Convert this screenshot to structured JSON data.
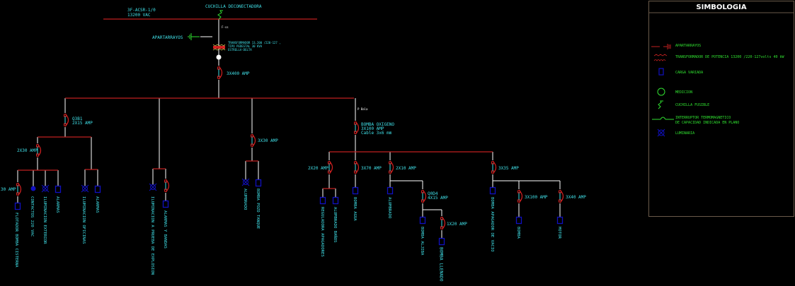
{
  "feeder": {
    "conductor": "3F-ACSR-1/0",
    "voltage": "13200 VAC"
  },
  "disconnect_label": "CUCHILLA DECONECTADORA",
  "arrester_label": "APARTARRAYOS",
  "fuse_tag": "F-ss",
  "transformer": {
    "line1": "TRANSFORMADOR 13,200 /220-127 ,",
    "line2": "TIPO PEDESTAL 30 KVA",
    "line3": "ESTRELLA-DELTA"
  },
  "main_breaker": "3X400 AMP",
  "branch1": {
    "breaker_id": "Q3B1",
    "breaker": "2X15 AMP",
    "sub_breaker": "2X30 AMP",
    "float_breaker": "30 AMP",
    "loads": [
      "FLOTADOR BOMBA CISTERNA",
      "CONTACTOS 220 VAC",
      "ILUMINACION EXTERIOR",
      "ALARMAS",
      "ILUMINACION OFICINAS",
      "ALARMAS"
    ]
  },
  "branch2": {
    "loads": [
      "ILUMINACION A PRUEBA DE EXPLOSION",
      "ALARMAS Y BANDAS"
    ]
  },
  "branch3": {
    "breaker": "3X30 AMP",
    "loads": [
      "ALUMBRADO",
      "BOMBA POZO TANQUE"
    ]
  },
  "branch4": {
    "tag": "P Bala",
    "breaker_line1": "BOMBA OXIGENO",
    "breaker_line2": "3X100 AMP",
    "breaker_line3": "Cable 3x6 mm",
    "breakers": [
      "2X20 AMP",
      "3X70 AMP",
      "2X10 AMP",
      "3X35 AMP"
    ],
    "sub_breaker_id": "Q0D4",
    "sub_breaker": "4X15 AMP",
    "small_breaker": "1X20 AMP",
    "motor_breakers": [
      "3X100 AMP",
      "3X40 AMP"
    ],
    "loads": [
      "REGULADORA APAGADORES",
      "ALUMBRADO BAÑOS",
      "BOMBA AGUA",
      "ALUMBRADO",
      "BOMBA ALJIBA",
      "BOMBA LLENADO",
      "BOMBA APAGADOR DE VACIO",
      "BOMBA",
      "MOTOR"
    ]
  },
  "legend": {
    "title": "SIMBOLOGIA",
    "items": [
      "APARTARRAYOS",
      "TRANSFORMADOR DE POTENCIA 13200 /220-127volts 40 kW",
      "CARGA VARIADA",
      "MEDICION",
      "CUCHILLA FUSIBLE",
      "INTERRUPTOR TERMOMAGNETICO",
      "DE CAPACIDAD INDICADA EN PLANO",
      "LUMINARIA"
    ]
  },
  "colors": {
    "background": "#000000",
    "bus": "#c02020",
    "wire": "#ffffff",
    "text": "#40e0e8",
    "load": "#1010c0",
    "legend_text": "#30e030"
  }
}
